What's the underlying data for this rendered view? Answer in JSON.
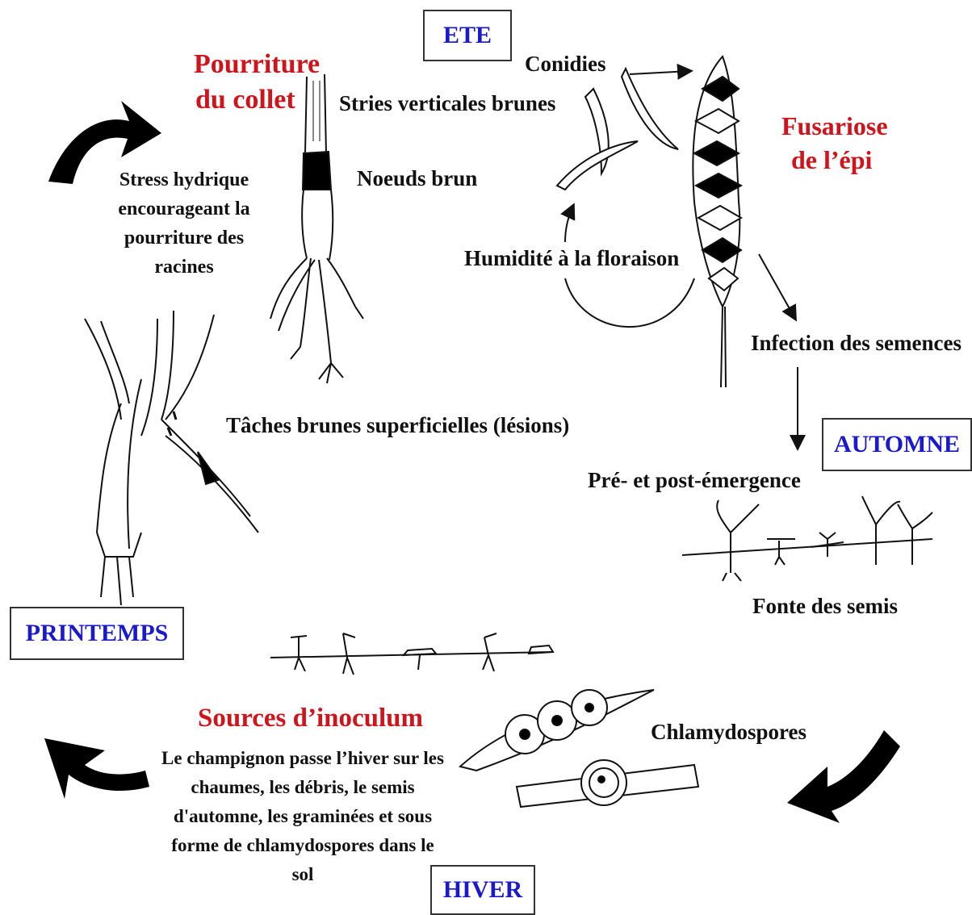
{
  "seasons": {
    "summer": "ETE",
    "autumn": "AUTOMNE",
    "winter": "HIVER",
    "spring": "PRINTEMPS"
  },
  "diseases": {
    "crown_rot_line1": "Pourriture",
    "crown_rot_line2": "du collet",
    "head_blight_line1": "Fusariose",
    "head_blight_line2": "de l’épi",
    "inoculum": "Sources d’inoculum"
  },
  "labels": {
    "conidia": "Conidies",
    "vertical_streaks": "Stries verticales brunes",
    "brown_nodes": "Noeuds brun",
    "water_stress": "Stress hydrique encourageant la pourriture des racines",
    "flowering_humidity": "Humidité à la floraison",
    "seed_infection": "Infection des semences",
    "surface_spots": "Tâches brunes superficielles (lésions)",
    "emergence": "Pré- et post-émergence",
    "damping_off": "Fonte des semis",
    "chlamydospores": "Chlamydospores",
    "overwintering": "Le champignon passe l’hiver sur les chaumes, les débris, le semis d'automne, les graminées et sous forme de chlamydospores dans le sol"
  },
  "colors": {
    "disease_text": "#d0141b",
    "season_text": "#1a1acc",
    "ink": "#111111"
  }
}
